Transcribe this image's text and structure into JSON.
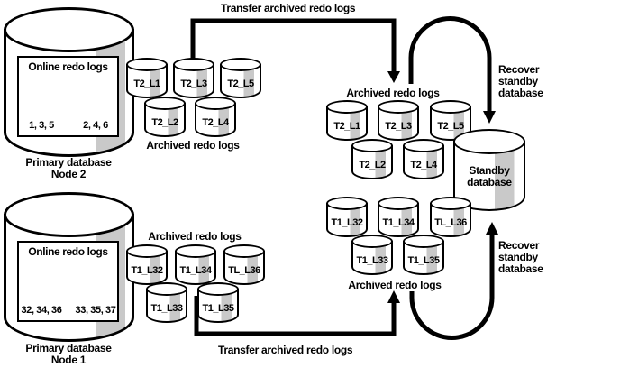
{
  "colors": {
    "line": "#000000",
    "fill": "#ffffff",
    "shade": "#c9c9c9"
  },
  "arrows": {
    "transfer_top_label": "Transfer archived redo logs",
    "transfer_bottom_label": "Transfer archived redo logs",
    "recover_top_lines": [
      "Recover",
      "standby",
      "database"
    ],
    "recover_bottom_lines": [
      "Recover",
      "standby",
      "database"
    ]
  },
  "node2": {
    "name_lines": [
      "Primary database",
      "Node 2"
    ],
    "online_title": "Online redo logs",
    "online_labels": [
      "1, 3, 5",
      "2, 4, 6"
    ],
    "archived_label": "Archived redo logs",
    "archived_row1": [
      "T2_L1",
      "T2_L3",
      "T2_L5"
    ],
    "archived_row2": [
      "T2_L2",
      "T2_L4"
    ]
  },
  "node1": {
    "name_lines": [
      "Primary database",
      "Node 1"
    ],
    "online_title": "Online redo logs",
    "online_labels": [
      "32, 34, 36",
      "33, 35, 37"
    ],
    "archived_label": "Archived redo logs",
    "archived_row1": [
      "T1_L32",
      "T1_L34",
      "TL_L36"
    ],
    "archived_row2": [
      "T1_L33",
      "T1_L35"
    ]
  },
  "standby": {
    "name_lines": [
      "Standby",
      "database"
    ],
    "archived_top": {
      "label": "Archived redo logs",
      "row1": [
        "T2_L1",
        "T2_L3",
        "T2_L5"
      ],
      "row2": [
        "T2_L2",
        "T2_L4"
      ]
    },
    "archived_bottom": {
      "label": "Archived redo logs",
      "row1": [
        "T1_L32",
        "T1_L34",
        "TL_L36"
      ],
      "row2": [
        "T1_L33",
        "T1_L35"
      ]
    }
  }
}
